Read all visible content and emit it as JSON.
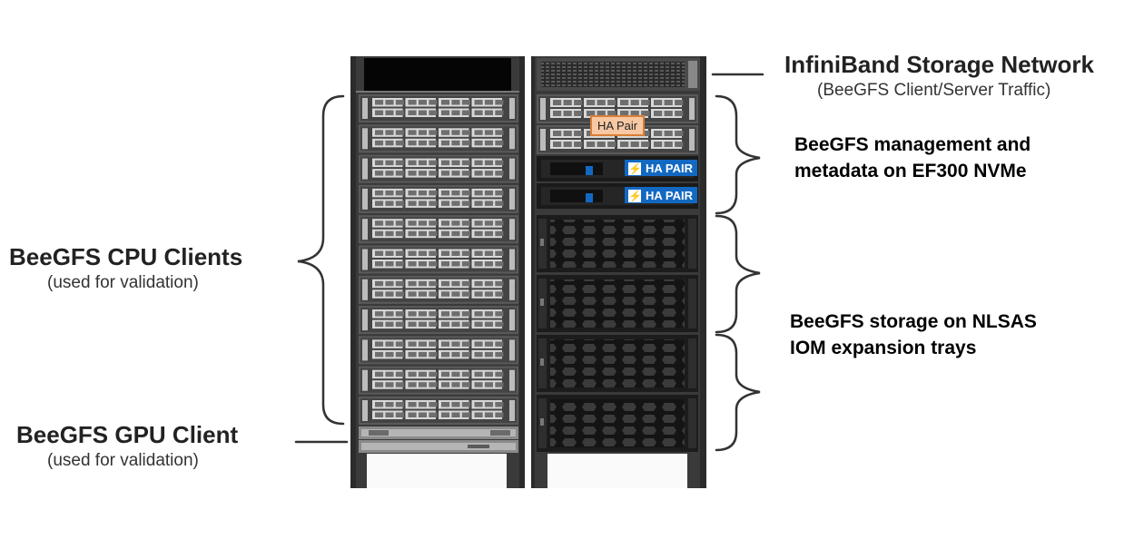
{
  "labels": {
    "network_title": "InfiniBand Storage Network",
    "network_sub": "(BeeGFS Client/Server Traffic)",
    "mgmt_line1": "BeeGFS management and",
    "mgmt_line2": "metadata on EF300 NVMe",
    "storage_line1": "BeeGFS storage on  NLSAS",
    "storage_line2": "IOM expansion trays",
    "cpu_title": "BeeGFS CPU Clients",
    "cpu_sub": "(used for validation)",
    "gpu_title": "BeeGFS GPU Client",
    "gpu_sub": "(used for validation)"
  },
  "badges": {
    "ha_pair_small": "HA Pair",
    "ha_pair_ef300_1": "HA PAIR",
    "ha_pair_ef300_2": "HA PAIR"
  },
  "colors": {
    "rack_frame": "#2b2b2b",
    "server_face": "#3a3a3a",
    "brace": "#333333",
    "ha_pair_blue": "#1369c2",
    "ha_pair_orange": "#f7c8a3"
  }
}
